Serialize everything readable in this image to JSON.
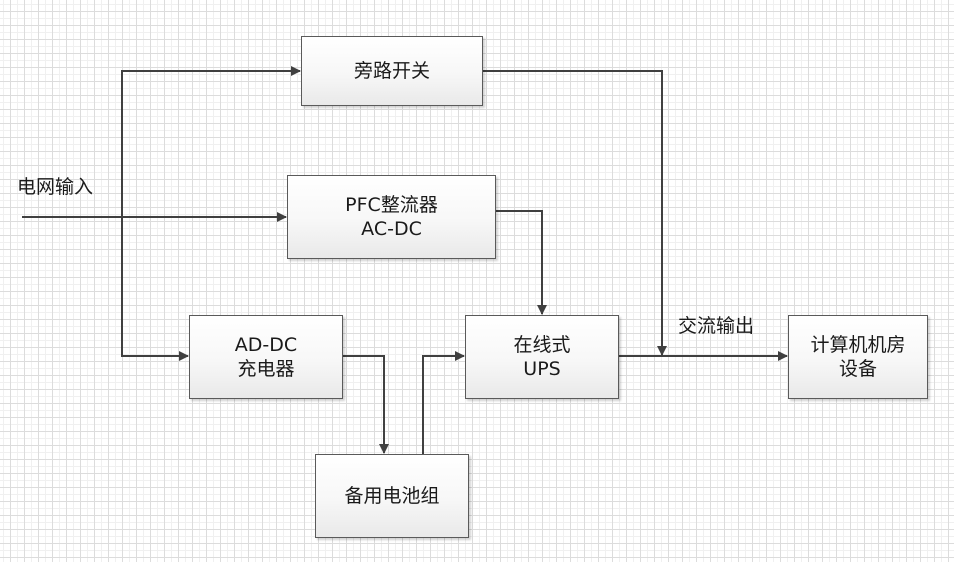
{
  "diagram": {
    "title": "",
    "colors": {
      "line": "#404040",
      "box_border": "#5a5a5a",
      "box_fill_top": "#ffffff",
      "box_fill_bottom": "#e9e9e9",
      "grid": "#dcdcdc",
      "text": "#1a1a1a"
    },
    "labels": {
      "grid_input": "电网输入",
      "ac_output": "交流输出"
    },
    "nodes": {
      "bypass": {
        "lines": [
          "旁路开关"
        ]
      },
      "pfc": {
        "lines": [
          "PFC整流器",
          "AC-DC"
        ]
      },
      "charger": {
        "lines": [
          "AD-DC",
          "充电器"
        ]
      },
      "ups": {
        "lines": [
          "在线式",
          "UPS"
        ]
      },
      "equipment": {
        "lines": [
          "计算机机房",
          "设备"
        ]
      },
      "battery": {
        "lines": [
          "备用电池组"
        ]
      }
    },
    "edges": [
      {
        "from": "grid_input",
        "to": "pfc"
      },
      {
        "from": "grid_input",
        "to": "bypass"
      },
      {
        "from": "grid_input",
        "to": "charger"
      },
      {
        "from": "pfc",
        "to": "ups"
      },
      {
        "from": "charger",
        "to": "battery"
      },
      {
        "from": "battery",
        "to": "ups"
      },
      {
        "from": "ups",
        "to": "equipment"
      },
      {
        "from": "bypass",
        "to": "ac_output_junction"
      }
    ]
  }
}
